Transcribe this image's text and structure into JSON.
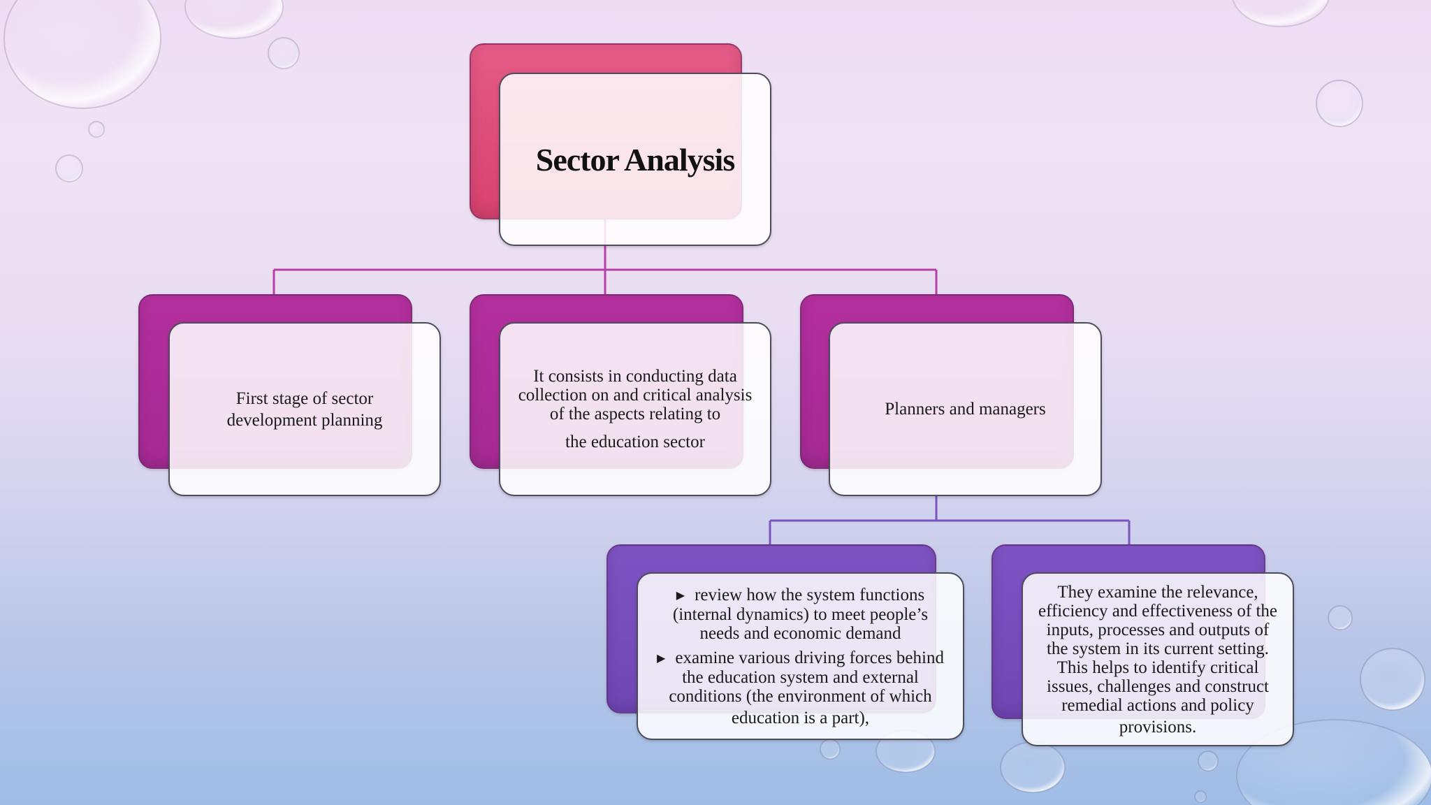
{
  "diagram": {
    "root": {
      "title": "Sector Analysis"
    },
    "level1": [
      {
        "text": "First stage of sector development planning"
      },
      {
        "lines": [
          "It consists in conducting data",
          "collection on and critical analysis",
          "of the aspects relating to",
          "the education sector"
        ]
      },
      {
        "text": "Planners and managers"
      }
    ],
    "level2": [
      {
        "bullets": [
          {
            "first": "review how the system functions",
            "rest": [
              "(internal dynamics) to meet people’s",
              "needs and economic demand"
            ]
          },
          {
            "first": "examine various driving forces behind",
            "rest": [
              "the education system and external",
              "conditions (the environment of which",
              "education is a part),"
            ]
          }
        ]
      },
      {
        "lines": [
          "They examine the relevance,",
          "efficiency and effectiveness of the",
          "inputs, processes and outputs of",
          "the system in its current setting.",
          "This helps to identify critical",
          "issues, challenges and construct",
          "remedial actions and policy",
          "provisions."
        ]
      }
    ]
  },
  "colors": {
    "root_accent": "#e0507e",
    "level1_accent": "#b22f9a",
    "level2_accent": "#7b4fbf",
    "connector_level1": "#b73fa8",
    "connector_level2": "#7a55c0"
  },
  "icons": {
    "bullet": "triangle-right-icon"
  }
}
